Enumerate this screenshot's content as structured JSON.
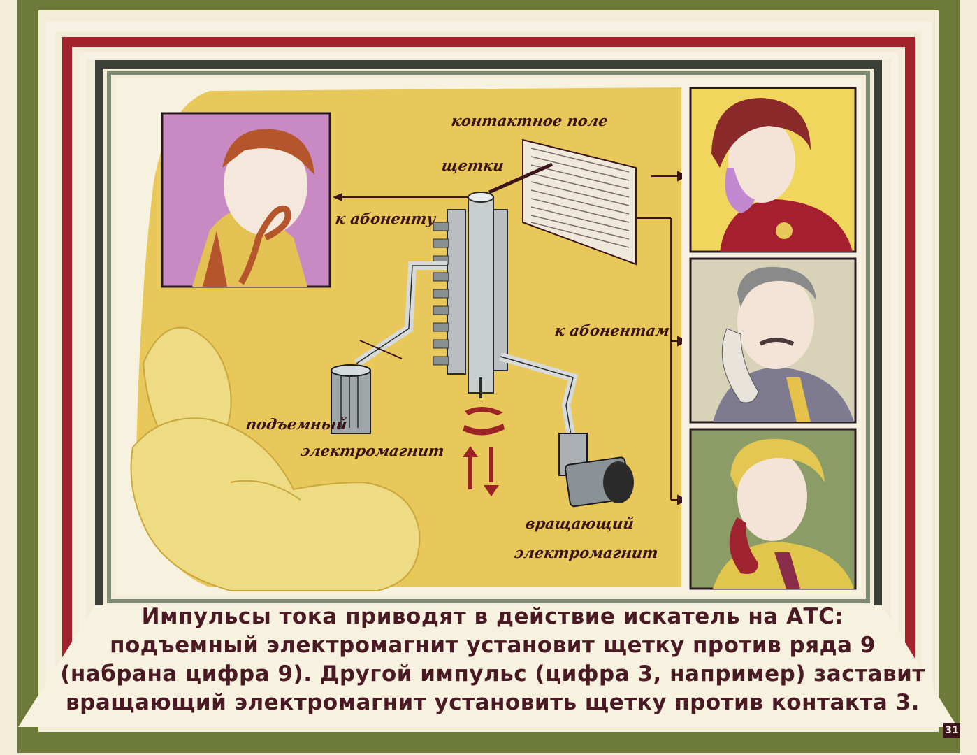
{
  "caption": {
    "lines": [
      "Импульсы тока приводят в действие искатель на АТС:",
      "подъемный электромагнит установит щетку против ряда 9",
      "(набрана цифра 9). Другой импульс (цифра 3, например) заставит",
      "вращающий электромагнит установить щетку против контакта 3."
    ]
  },
  "slide_number": "31",
  "labels": {
    "contact_field": "контактное поле",
    "brushes": "щетки",
    "to_subscriber": "к абоненту",
    "to_subscribers": "к абонентам",
    "lifting_magnet_1": "подъемный",
    "lifting_magnet_2": "электромагнит",
    "rotating_magnet_1": "вращающий",
    "rotating_magnet_2": "электромагнит"
  },
  "colors": {
    "frame_green": "#6e7a3a",
    "frame_red": "#a3232c",
    "panel_yellow": "#e8c85a",
    "text_dark": "#4a1a24"
  }
}
